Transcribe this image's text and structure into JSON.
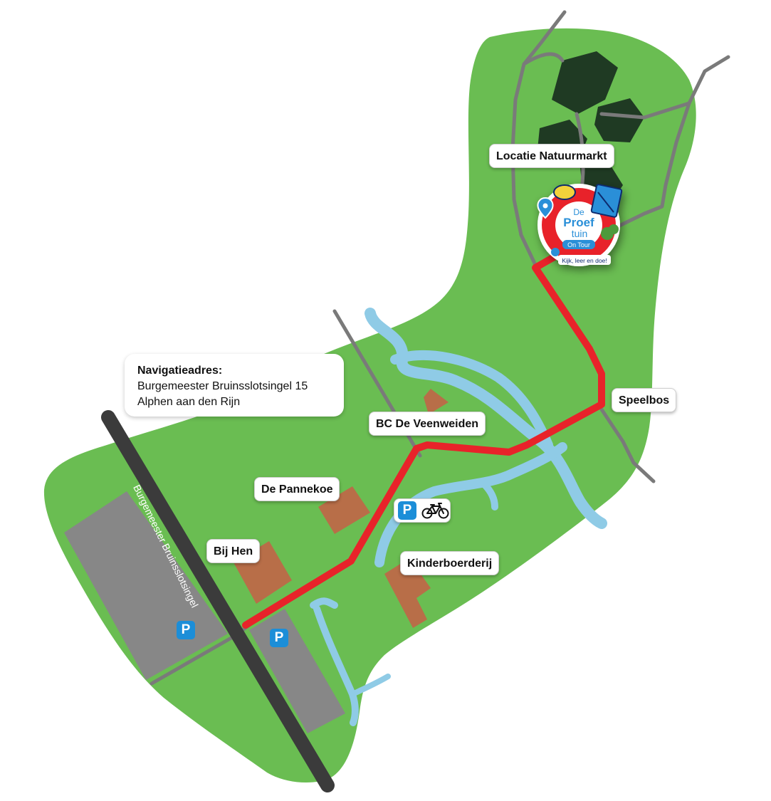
{
  "map": {
    "colors": {
      "park": "#6abd52",
      "water": "#8fcbe6",
      "path": "#7a7a7a",
      "road": "#3b3b3b",
      "parking_lot": "#878787",
      "building": "#b86e48",
      "forest": "#1f3a23",
      "route": "#e8232a",
      "parking_badge": "#1c8ed8"
    },
    "navigation": {
      "title": "Navigatieadres:",
      "street": "Burgemeester Bruinsslotsingel 15",
      "city": "Alphen aan den Rijn"
    },
    "road_name": "Burgemeester Bruinsslotsingel",
    "places": {
      "natuurmarkt": "Locatie Natuurmarkt",
      "speelbos": "Speelbos",
      "veenweiden": "BC De Veenweiden",
      "pannekoe": "De Pannekoe",
      "bij_hen": "Bij Hen",
      "kinderboerderij": "Kinderboerderij"
    },
    "parking_symbol": "P",
    "icons": [
      "parking-icon",
      "bicycle-icon",
      "map-pin-icon"
    ],
    "logo": {
      "line1": "De",
      "line2": "Proef",
      "line3": "tuin",
      "badge": "On Tour",
      "tagline": "Kijk, leer en doe!"
    }
  }
}
